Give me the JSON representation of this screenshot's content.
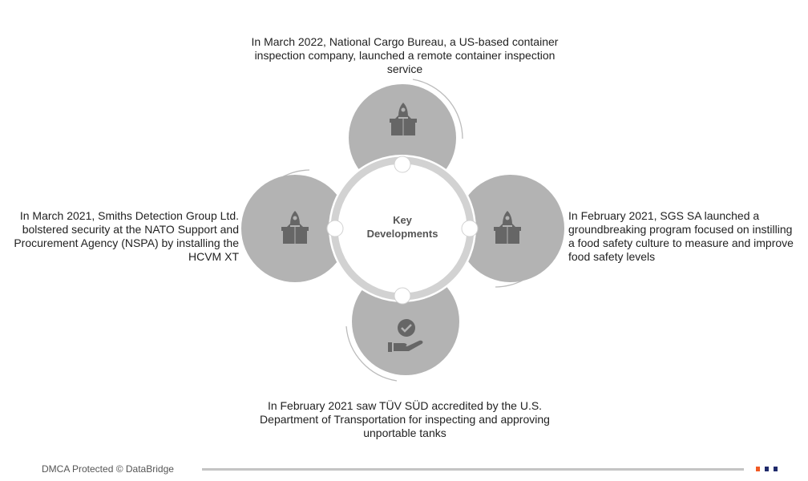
{
  "center_label": {
    "line1": "Key",
    "line2": "Developments"
  },
  "developments": {
    "top": "In March 2022, National Cargo Bureau, a US-based container inspection company, launched a remote container inspection service",
    "left": "In March 2021, Smiths Detection Group Ltd. bolstered security at the NATO Support and Procurement Agency (NSPA) by installing the HCVM XT",
    "right": "In February 2021, SGS SA launched a groundbreaking program focused on instilling a food safety culture to measure and improve food safety levels",
    "bottom": "In February 2021 saw TÜV SÜD accredited by the U.S. Department of Transportation for inspecting and approving unportable tanks"
  },
  "icons": {
    "top": "rocket-box-icon",
    "left": "rocket-box-icon",
    "right": "rocket-box-icon",
    "bottom": "hand-check-icon"
  },
  "footer": {
    "text": "DMCA Protected © DataBridge"
  },
  "colors": {
    "circle": "#b3b3b3",
    "ring": "#d2d2d2",
    "icon": "#666666",
    "accent1": "#f15a24",
    "accent2": "#1f2a6b"
  }
}
